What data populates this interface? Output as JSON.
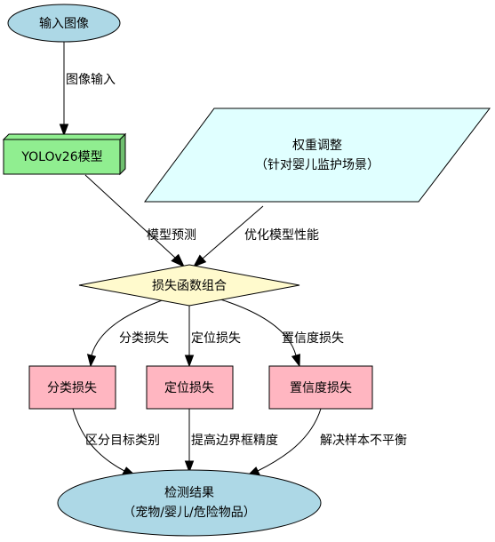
{
  "colors": {
    "ellipse_fill": "#add8e6",
    "box3d_front": "#90ee90",
    "box3d_side": "#6fbf6f",
    "parallelogram_fill": "#e0ffff",
    "diamond_fill": "#fffacd",
    "loss_box_fill": "#ffb6c1",
    "stroke": "#000000"
  },
  "nodes": {
    "input": {
      "line1": "输入图像"
    },
    "model": {
      "line1": "YOLOv26模型"
    },
    "weights": {
      "line1": "权重调整",
      "line2": "（针对婴儿监护场景）"
    },
    "loss": {
      "line1": "损失函数组合"
    },
    "cls": {
      "line1": "分类损失"
    },
    "loc": {
      "line1": "定位损失"
    },
    "conf": {
      "line1": "置信度损失"
    },
    "result": {
      "line1": "检测结果",
      "line2": "（宠物/婴儿/危险物品）"
    }
  },
  "edges": {
    "input_model": "图像输入",
    "model_loss": "模型预测",
    "weights_loss": "优化模型性能",
    "loss_cls": "分类损失",
    "loss_loc": "定位损失",
    "loss_conf": "置信度损失",
    "cls_result": "区分目标类别",
    "loc_result": "提高边界框精度",
    "conf_result": "解决样本不平衡"
  }
}
